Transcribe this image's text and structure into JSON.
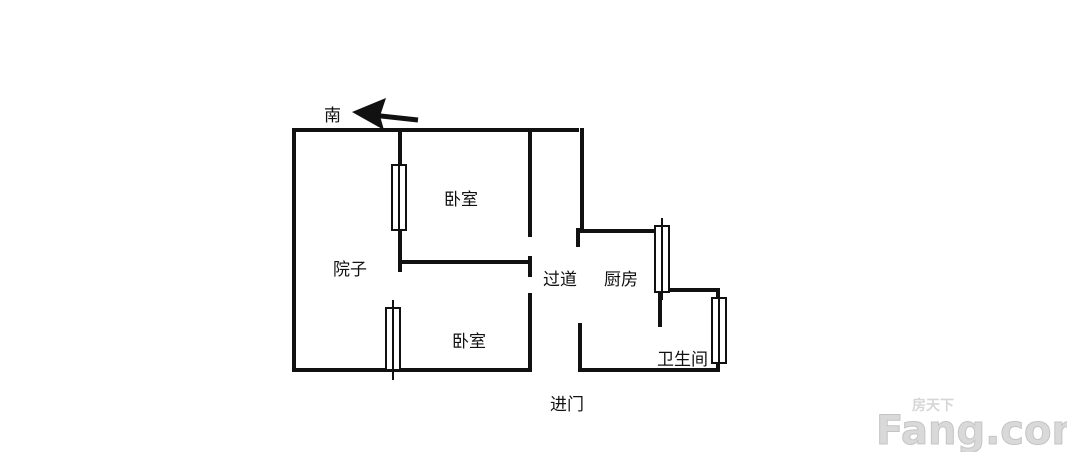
{
  "floorplan": {
    "compass": {
      "label": "南",
      "icon": "arrow-left-icon"
    },
    "rooms": {
      "bedroom_top": "卧室",
      "yard": "院子",
      "bedroom_bottom": "卧室",
      "corridor": "过道",
      "kitchen": "厨房",
      "bathroom": "卫生间"
    },
    "entrance": "进门"
  },
  "watermark": {
    "logo_text": "Fang.com",
    "logo_cn": "房天下"
  },
  "colors": {
    "wall": "#111111",
    "window_fill": "#ffffff",
    "watermark": "#cfcfcf"
  }
}
